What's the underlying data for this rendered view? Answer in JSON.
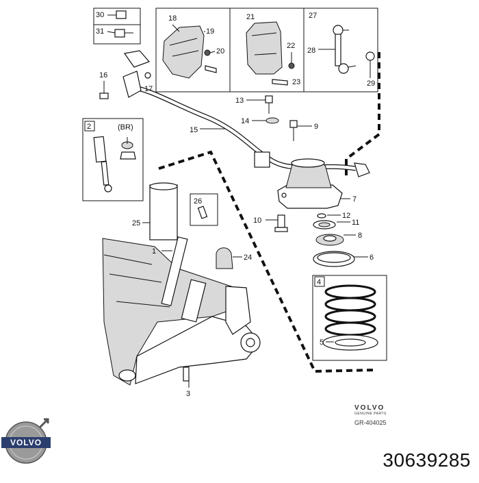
{
  "callouts": {
    "c1": "1",
    "c2": "2",
    "c3": "3",
    "c4": "4",
    "c5": "5",
    "c6": "6",
    "c7": "7",
    "c8": "8",
    "c9": "9",
    "c10": "10",
    "c11": "11",
    "c12": "12",
    "c13": "13",
    "c14": "14",
    "c15": "15",
    "c16": "16",
    "c17": "17",
    "c18": "18",
    "c19": "19",
    "c20": "20",
    "c21": "21",
    "c22": "22",
    "c23": "23",
    "c24": "24",
    "c25": "25",
    "c26": "26",
    "c27": "27",
    "c28": "28",
    "c29": "29",
    "c30": "30",
    "c31": "31"
  },
  "inset_variant": "(BR)",
  "brand": {
    "logo_word": "VOLVO",
    "small_brand": "VOLVO",
    "small_sub": "GENUINE PARTS",
    "code": "GR-404025"
  },
  "part_number": "30639285"
}
